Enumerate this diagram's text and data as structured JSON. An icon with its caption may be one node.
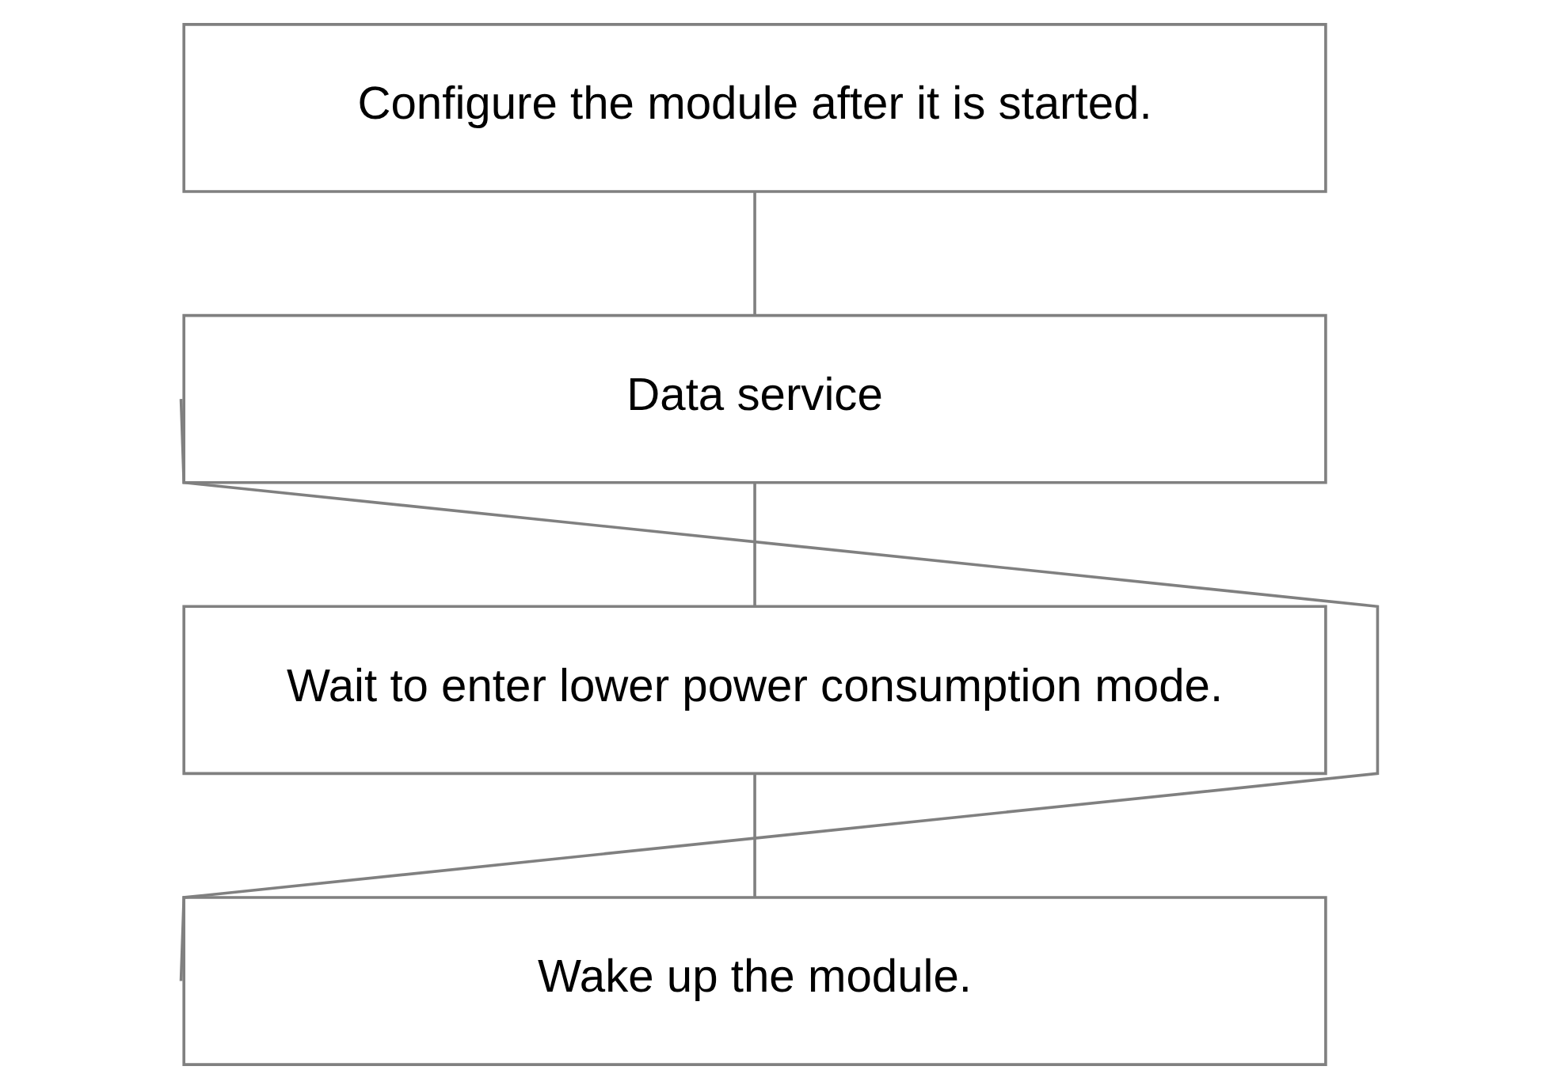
{
  "diagram": {
    "nodes": [
      {
        "text": [
          "Configure the module after it is started."
        ]
      },
      {
        "text": [
          "Data service"
        ]
      },
      {
        "text": [
          "Wait to enter lower power consumption mode."
        ]
      },
      {
        "text": [
          "Wake up the module."
        ]
      }
    ],
    "edges": [
      {
        "from": 0,
        "to": 1,
        "arrow": "none"
      },
      {
        "from": 1,
        "to": 2,
        "arrow": "none"
      },
      {
        "from": 2,
        "to": 3,
        "arrow": "none"
      },
      {
        "from": 3,
        "to": 1,
        "arrow": "none"
      }
    ]
  }
}
